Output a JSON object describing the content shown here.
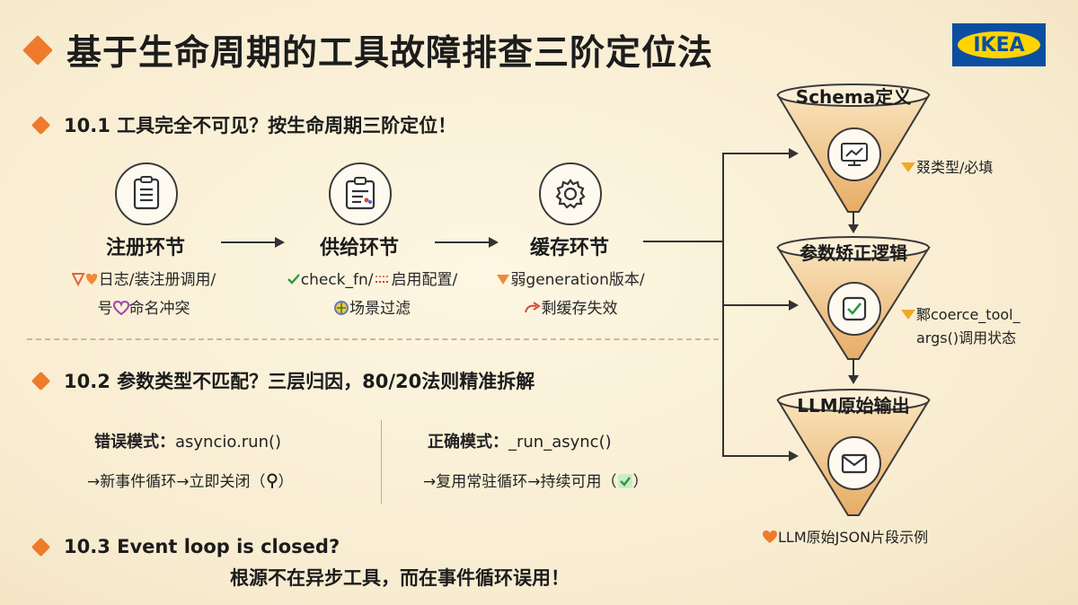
{
  "title": "基于生命周期的工具故障排查三阶定位法",
  "logo_text": "IKEA",
  "sections": {
    "s1": "10.1 工具完全不可见？按生命周期三阶定位！",
    "s2": "10.2 参数类型不匹配？三层归因，80/20法则精准拆解",
    "s3_line1": "10.3 Event loop is closed?",
    "s3_line2": "根源不在异步工具，而在事件循环误用！"
  },
  "stages": [
    {
      "label": "注册环节",
      "icon": "document-list-icon",
      "note_line1": "日志/装注册调用/",
      "note_line2": "号",
      "note_line2b": "命名冲突"
    },
    {
      "label": "供给环节",
      "icon": "config-panel-icon",
      "note_line1": "check_fn/",
      "note_line1b": "启用配置/",
      "note_line2": "场景过滤"
    },
    {
      "label": "缓存环节",
      "icon": "gear-icon",
      "note_line1": "弱generation版本/",
      "note_line2": "剩缓存失效"
    }
  ],
  "modes": {
    "wrong_label": "错误模式：",
    "wrong_code": "asyncio.run()",
    "wrong_flow": "→新事件循环→立即关闭（",
    "wrong_flow_end": "）",
    "right_label": "正确模式：",
    "right_code": "_run_async()",
    "right_flow": "→复用常驻循环→持续可用（",
    "right_flow_end": "）"
  },
  "funnels": [
    {
      "label": "Schema定义",
      "icon": "chart-monitor-icon",
      "note": "叕类型/必填"
    },
    {
      "label": "参数矫正逻辑",
      "icon": "checkbox-icon",
      "note_line1": "鄹coerce_tool_",
      "note_line2": "args()调用状态"
    },
    {
      "label": "LLM原始输出",
      "icon": "envelope-icon",
      "note": "LLM原始JSON片段示例"
    }
  ],
  "colors": {
    "accent": "#ee7b2c",
    "funnel_top": "#f7dcae",
    "funnel_bottom": "#e9b06a",
    "ikea_blue": "#0b4ea2",
    "ikea_yellow": "#ffd400"
  }
}
